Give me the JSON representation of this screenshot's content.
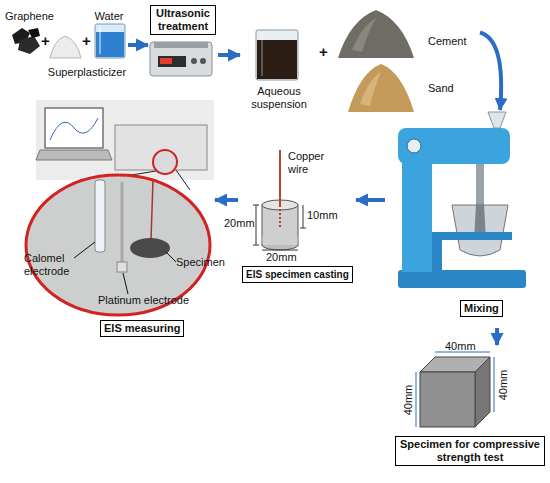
{
  "diagram": {
    "nodes": [
      {
        "text": [
          "Graphene"
        ]
      },
      {
        "text": [
          "Superplasticizer"
        ]
      },
      {
        "text": [
          "Water"
        ]
      },
      {
        "text": [
          "Ultrasonic treatment"
        ]
      },
      {
        "text": [
          "Aqueous suspension"
        ]
      },
      {
        "text": [
          "Cement"
        ]
      },
      {
        "text": [
          "Sand"
        ]
      },
      {
        "text": [
          "Mixing"
        ]
      },
      {
        "text": [
          "EIS specimen casting"
        ]
      },
      {
        "text": [
          "EIS measuring"
        ]
      },
      {
        "text": [
          "Specimen for compressive strength test"
        ]
      }
    ],
    "edges": [
      {
        "from": 2,
        "to": 3,
        "arrow": "to"
      },
      {
        "from": 3,
        "to": 4,
        "arrow": "to"
      },
      {
        "from": 5,
        "to": 7,
        "arrow": "to"
      },
      {
        "from": 7,
        "to": 8,
        "arrow": "to"
      },
      {
        "from": 8,
        "to": 9,
        "arrow": "to"
      },
      {
        "from": 7,
        "to": 10,
        "arrow": "to"
      }
    ],
    "labels": [
      "+",
      "+",
      "+",
      "Copper wire",
      "20mm",
      "10mm",
      "20mm",
      "Calomel electrode",
      "Specimen",
      "Platinum electrode",
      "40mm",
      "40mm",
      "40mm"
    ]
  }
}
